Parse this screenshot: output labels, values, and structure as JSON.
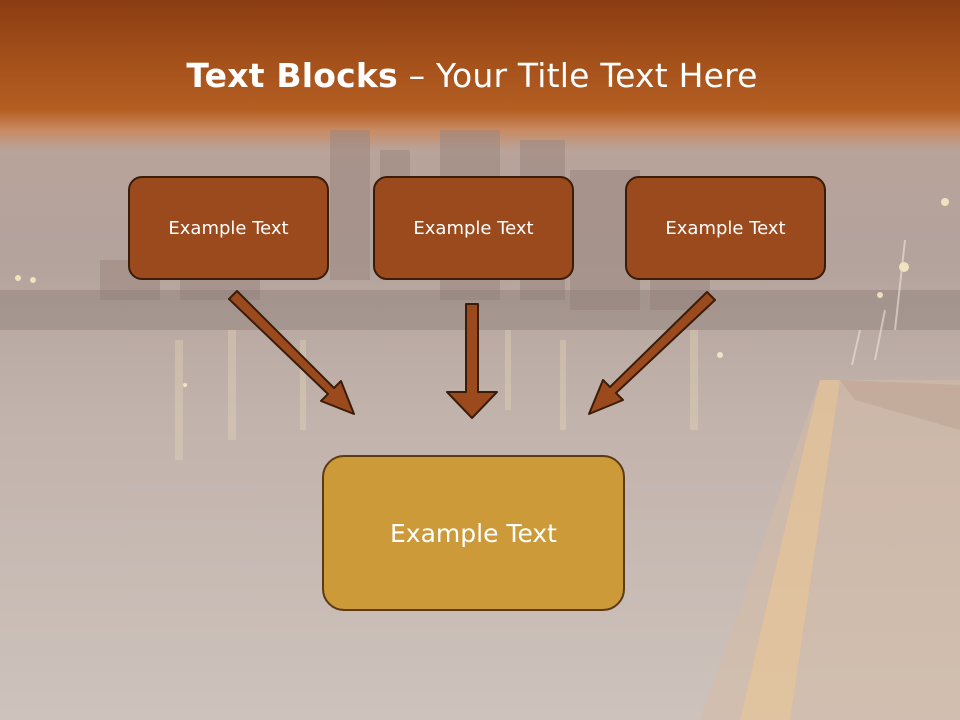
{
  "slide": {
    "title_bold": "Text Blocks",
    "title_sep": " – ",
    "title_rest": "Your Title Text Here",
    "top_boxes": [
      {
        "label": "Example Text"
      },
      {
        "label": "Example Text"
      },
      {
        "label": "Example Text"
      }
    ],
    "bottom_box": {
      "label": "Example Text"
    }
  },
  "colors": {
    "header": "#a4501a",
    "box_fill": "#9a4a1c",
    "box_border": "#3a1c0a",
    "main_fill": "#cc9a38",
    "arrow": "#9a4a1c"
  },
  "background": {
    "image": "night-city-waterfront"
  }
}
